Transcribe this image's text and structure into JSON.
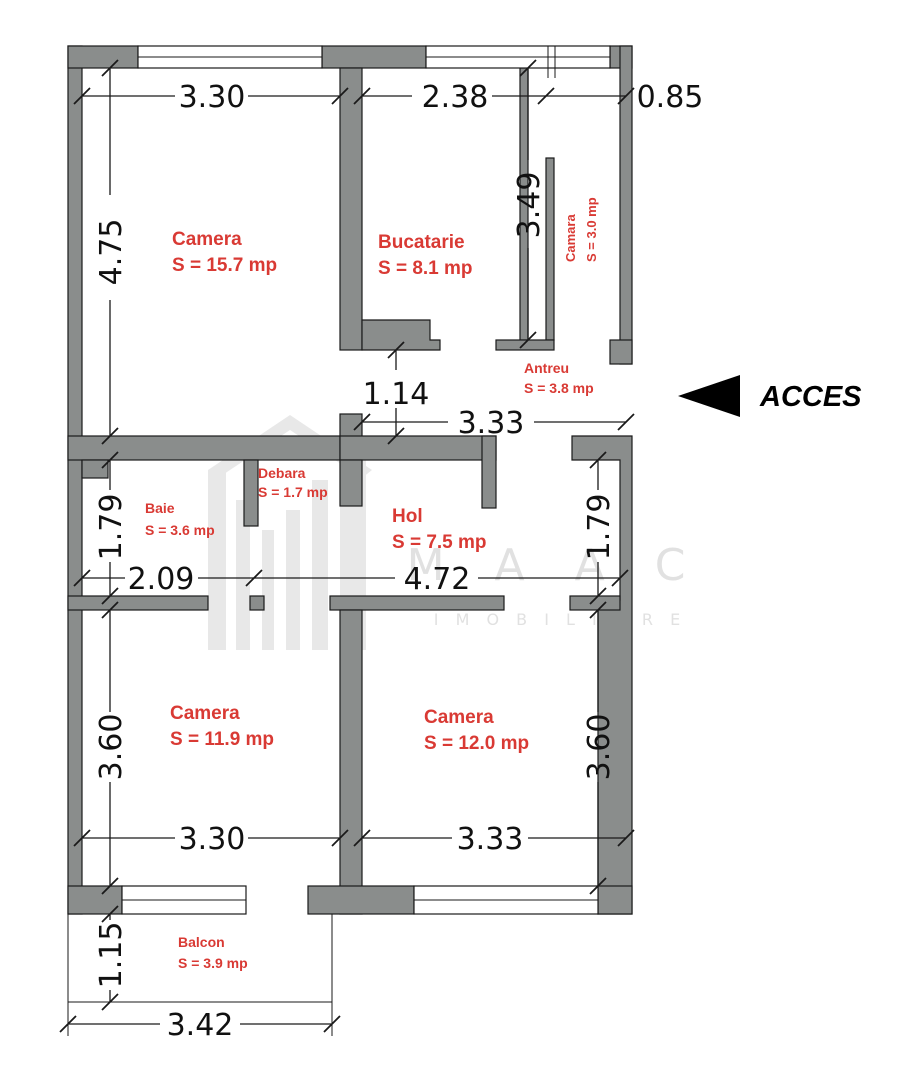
{
  "rooms": [
    {
      "name": "Camera",
      "area": "S = 15.7 mp"
    },
    {
      "name": "Bucatarie",
      "area": "S = 8.1 mp"
    },
    {
      "name": "Camara",
      "area": "S = 3.0 mp"
    },
    {
      "name": "Antreu",
      "area": "S = 3.8 mp"
    },
    {
      "name": "Debara",
      "area": "S = 1.7 mp"
    },
    {
      "name": "Baie",
      "area": "S = 3.6 mp"
    },
    {
      "name": "Hol",
      "area": "S = 7.5 mp"
    },
    {
      "name": "Camera",
      "area": "S = 11.9 mp"
    },
    {
      "name": "Camera",
      "area": "S = 12.0 mp"
    },
    {
      "name": "Balcon",
      "area": "S = 3.9 mp"
    }
  ],
  "dimensions": {
    "top_left_width": "3.30",
    "kitchen_width": "2.38",
    "pantry_width": "0.85",
    "left_room_height": "4.75",
    "kitchen_height": "3.49",
    "corridor_gap": "1.14",
    "entry_width": "3.33",
    "bath_height": "1.79",
    "hall_right_height": "1.79",
    "bath_width": "2.09",
    "hall_width": "4.72",
    "bottom_left_height": "3.60",
    "bottom_right_height": "3.60",
    "bottom_left_width": "3.30",
    "bottom_right_width": "3.33",
    "balcony_depth": "1.15",
    "balcony_width": "3.42"
  },
  "access_label": "ACCES",
  "watermark": {
    "brand": "M A A C",
    "sub": "I M O B I L I A R E"
  },
  "colors": {
    "wall": "#8a8d8c",
    "label": "#d93a34",
    "line": "#1a1a1a"
  }
}
